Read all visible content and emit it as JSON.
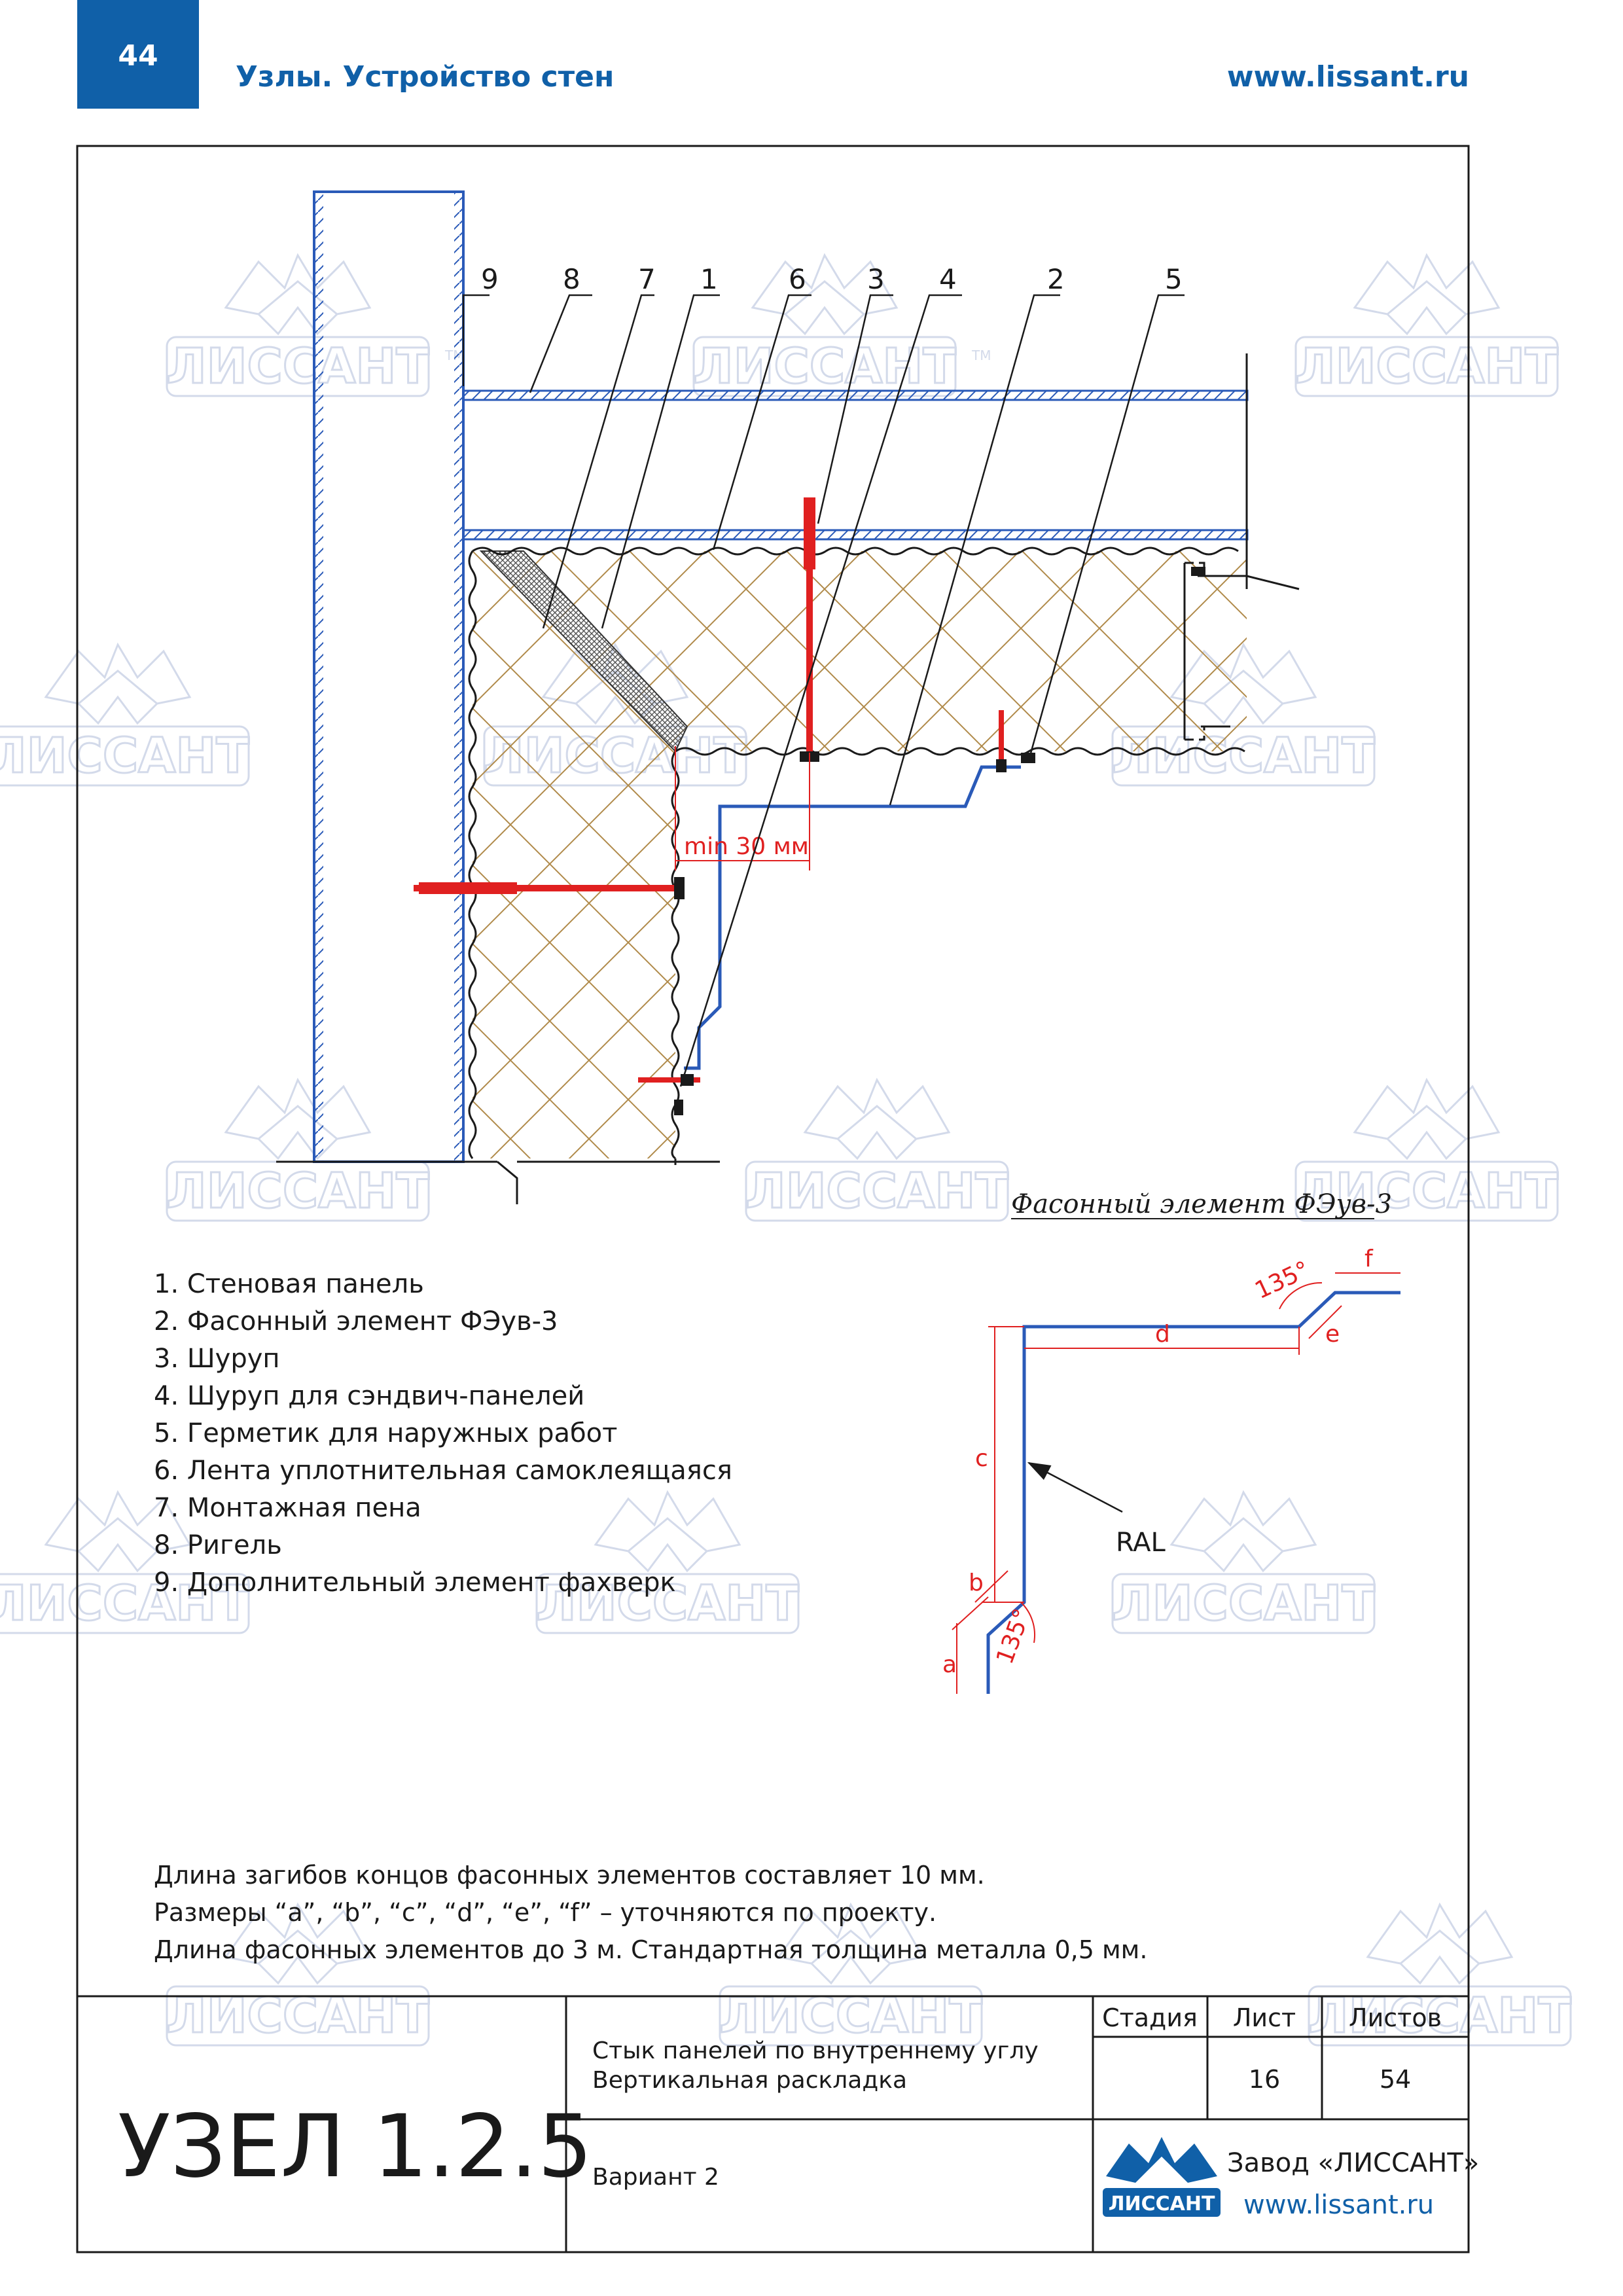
{
  "header": {
    "page_number": "44",
    "section_title": "Узлы. Устройство стен",
    "website": "www.lissant.ru"
  },
  "watermark": {
    "text": "ЛИССАНТ",
    "tm": "TM"
  },
  "drawing": {
    "callouts": [
      "9",
      "8",
      "7",
      "1",
      "6",
      "3",
      "4",
      "2",
      "5"
    ],
    "min_dimension": "min 30 мм"
  },
  "profile": {
    "title": "Фасонный элемент ФЭув-3",
    "labels": {
      "a": "a",
      "b": "b",
      "c": "c",
      "d": "d",
      "e": "e",
      "f": "f"
    },
    "angle_top": "135°",
    "angle_bottom": "135°",
    "ral": "RAL"
  },
  "legend": [
    "1. Стеновая панель",
    "2. Фасонный элемент ФЭув-3",
    "3. Шуруп",
    "4. Шуруп для сэндвич-панелей",
    "5. Герметик для наружных работ",
    "6. Лента уплотнительная самоклеящаяся",
    "7. Монтажная пена",
    "8. Ригель",
    "9. Дополнительный элемент фахверк"
  ],
  "notes": [
    "Длина загибов концов фасонных элементов составляет 10 мм.",
    "Размеры “a”, “b”, “c”, “d”, “e”, “f” – уточняются по проекту.",
    "Длина фасонных элементов до 3 м. Стандартная толщина металла 0,5 мм."
  ],
  "title_block": {
    "node_label": "УЗЕЛ 1.2.5",
    "description_line1": "Стык панелей по внутреннему углу",
    "description_line2": "Вертикальная раскладка",
    "variant": "Вариант 2",
    "stage_header": "Стадия",
    "sheet_header": "Лист",
    "sheets_header": "Листов",
    "stage_value": "",
    "sheet_value": "16",
    "sheets_value": "54",
    "company": "Завод «ЛИССАНТ»",
    "company_site": "www.lissant.ru",
    "logo_text": "ЛИССАНТ"
  },
  "colors": {
    "brand_blue": "#1060a8",
    "steel_blue": "#2a5ab8",
    "fastener_red": "#e02020",
    "insulation_brown": "#b08a4a",
    "line_black": "#1a1a1a",
    "watermark": "#cfd6e8"
  }
}
